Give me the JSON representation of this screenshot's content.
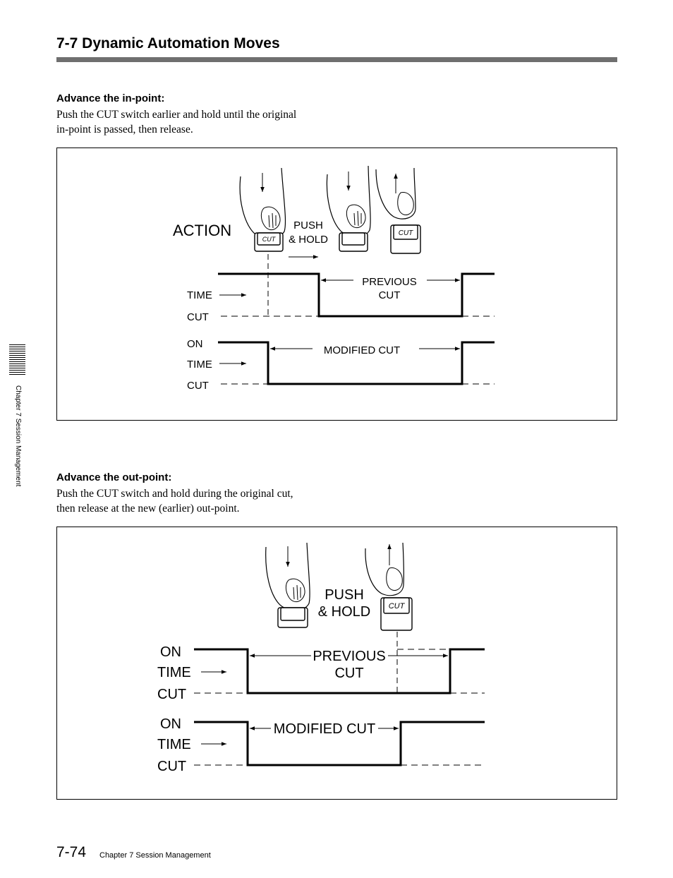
{
  "section": {
    "title": "7-7  Dynamic Automation Moves"
  },
  "in_point": {
    "heading": "Advance the in-point:",
    "lines": [
      "Push the CUT switch earlier and hold until the original",
      "in-point is passed, then release."
    ],
    "diagram": {
      "action": "ACTION",
      "push": "PUSH",
      "hold": "& HOLD",
      "on1": "",
      "time1": "TIME",
      "cut1": "CUT",
      "previous": "PREVIOUS",
      "previous_cut": "CUT",
      "on2": "ON",
      "time2": "TIME",
      "cut2": "CUT",
      "modified": "MODIFIED CUT",
      "button": "CUT"
    }
  },
  "out_point": {
    "heading": "Advance the out-point:",
    "lines": [
      "Push the CUT switch and hold during the original cut,",
      "then release at the new (earlier) out-point."
    ],
    "diagram": {
      "push": "PUSH",
      "hold": "& HOLD",
      "on1": "ON",
      "time1": "TIME",
      "cut1": "CUT",
      "previous": "PREVIOUS",
      "previous_cut": "CUT",
      "on2": "ON",
      "time2": "TIME",
      "cut2": "CUT",
      "modified": "MODIFIED CUT",
      "button": "CUT"
    }
  },
  "side_tab": {
    "label": "Chapter 7  Session Management"
  },
  "footer": {
    "page": "7-74",
    "chapter": "Chapter 7   Session Management"
  }
}
